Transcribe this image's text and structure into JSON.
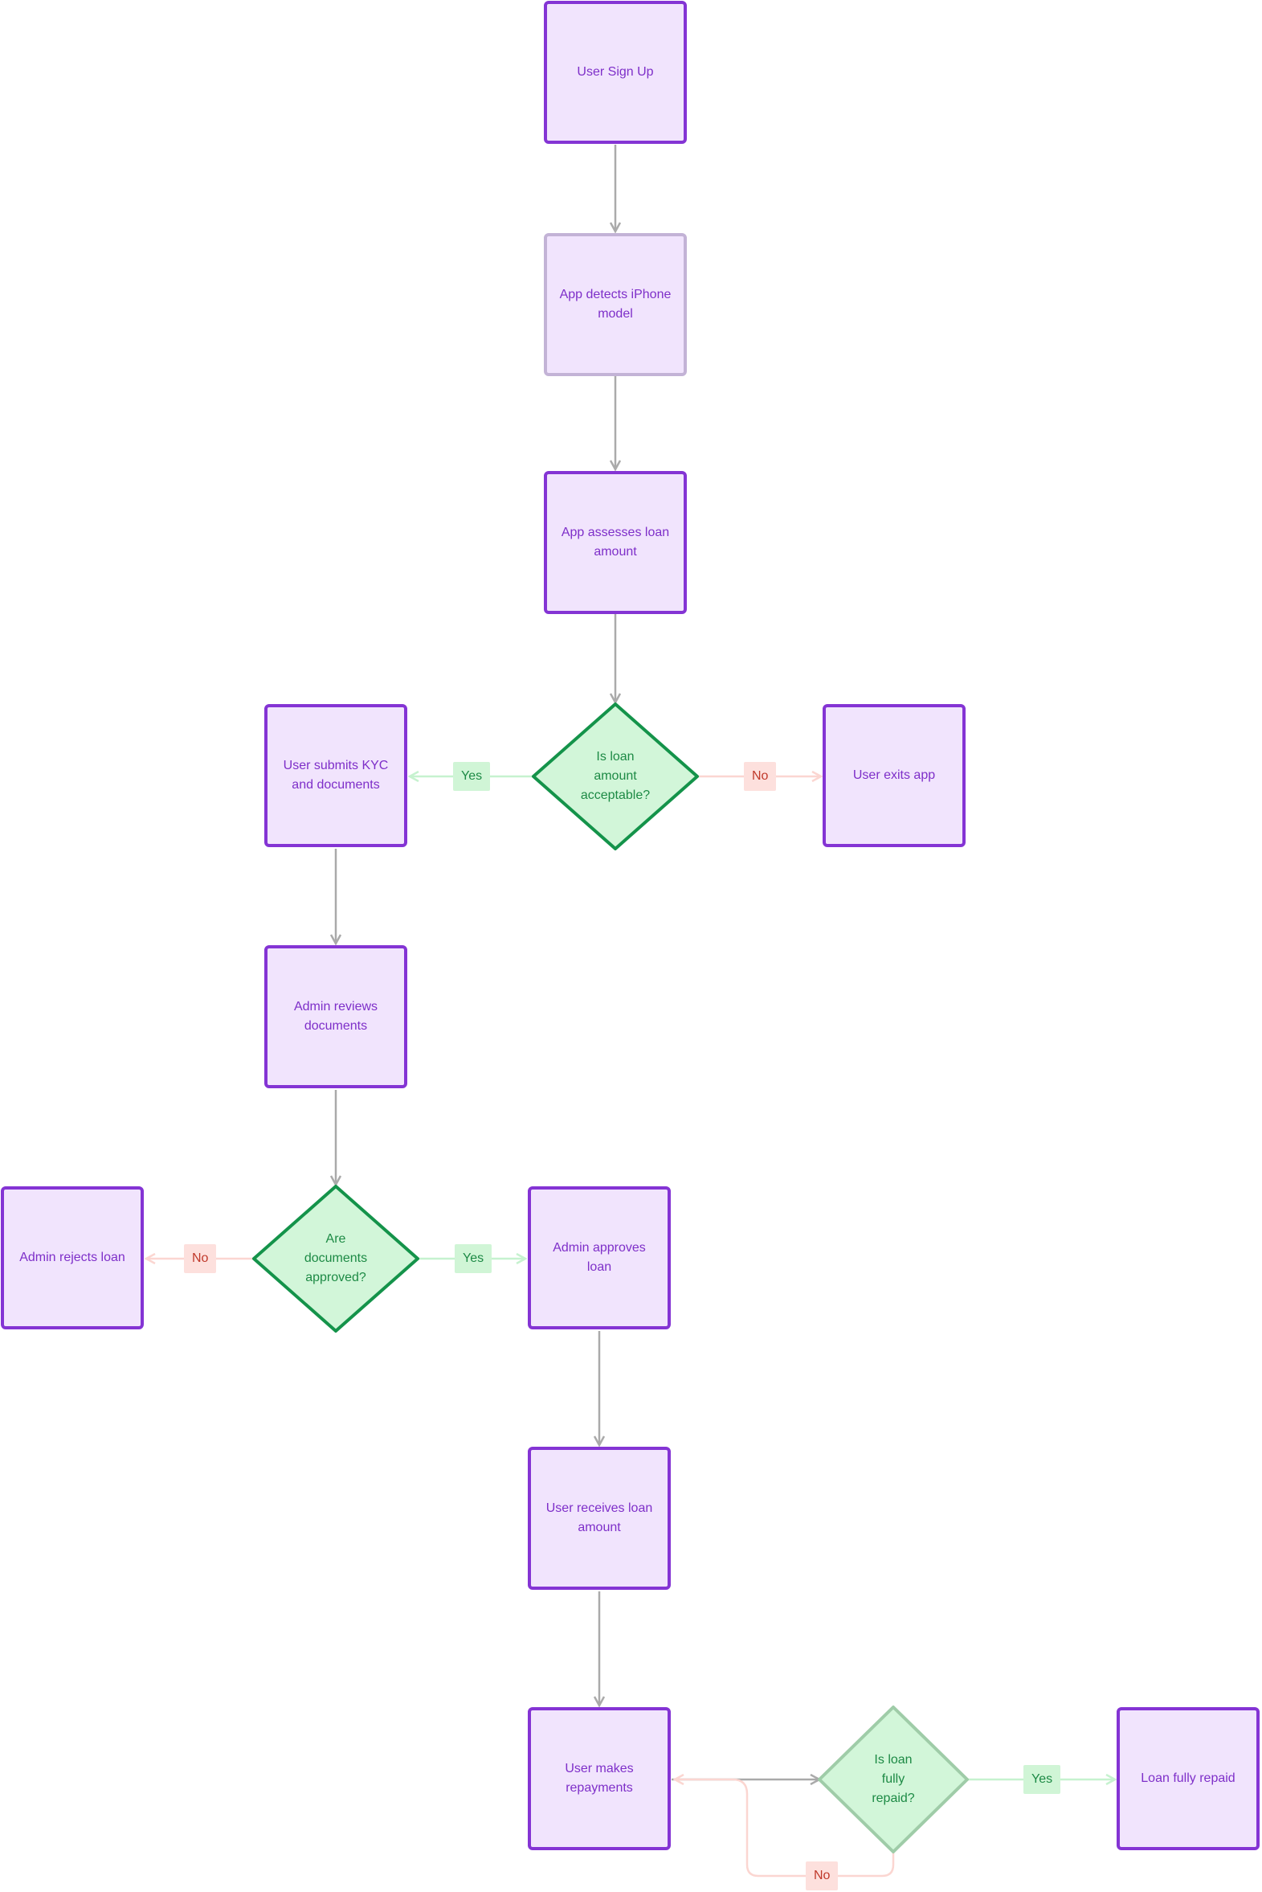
{
  "nodes": {
    "user_sign_up": "User Sign Up",
    "app_detects": "App detects iPhone model",
    "app_assesses": "App assesses loan amount",
    "decision_amount": "Is loan amount acceptable?",
    "user_submits_kyc": "User submits KYC and documents",
    "user_exits": "User exits app",
    "admin_reviews": "Admin reviews documents",
    "decision_docs": "Are documents approved?",
    "admin_rejects": "Admin rejects loan",
    "admin_approves": "Admin approves loan",
    "user_receives": "User receives loan amount",
    "user_repays": "User makes repayments",
    "decision_repaid": "Is loan fully repaid?",
    "loan_repaid": "Loan fully repaid"
  },
  "edge_labels": {
    "yes": "Yes",
    "no": "No"
  },
  "colors": {
    "box_fill": "#f1e4fd",
    "box_border": "#8434d4",
    "decision_fill": "#d2f6d9",
    "decision_border": "#14934a",
    "arrow_gray": "#aaaaaa",
    "arrow_yes": "#c6f2cf",
    "arrow_no": "#fbd6d1"
  }
}
